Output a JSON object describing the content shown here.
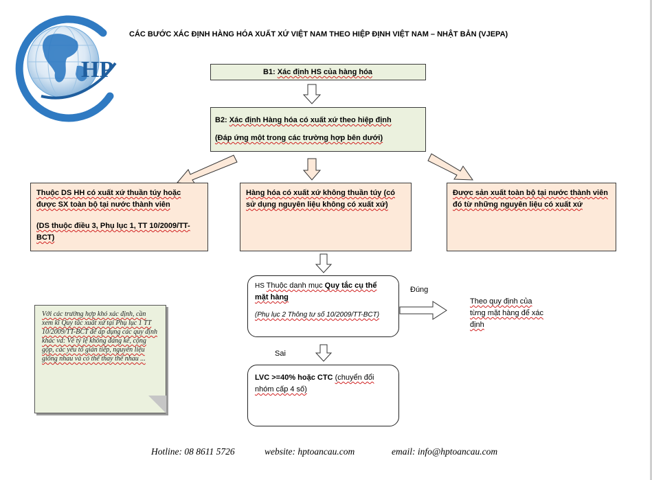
{
  "title": "CÁC BƯỚC XÁC ĐỊNH HÀNG HÓA XUẤT XỨ VIỆT NAM THEO  HIỆP ĐỊNH VIỆT NAM – NHẬT BẢN (VJEPA)",
  "logo": {
    "text": "HP",
    "icon": "globe-icon"
  },
  "steps": {
    "b1": {
      "prefix": "B1: ",
      "text": "Xác định HS của hàng hóa"
    },
    "b2": {
      "prefix": "B2: ",
      "line1": "Xác định Hàng hóa có xuất xứ theo hiệp định",
      "line2": "(Đáp ứng một trong các trường hợp bên dưới)"
    }
  },
  "cases": [
    {
      "line1": "Thuộc DS HH có xuất xứ thuần túy hoặc được SX toàn bộ tại nước thành viên",
      "line2": "(DS thuộc điều 3, Phụ lục 1, TT 10/2009/TT-BCT)"
    },
    {
      "line1": "Hàng hóa có xuất xứ không thuần túy (có sử dụng nguyên liệu không có xuất xứ)"
    },
    {
      "line1": "Được sản xuất toàn bộ tại nước thành viên đó từ những nguyên liệu có xuất xứ"
    }
  ],
  "hs_box": {
    "prefix": "HS ",
    "text_a": "Thuộc danh mục ",
    "text_b": "Quy tắc cụ thể mặt hàng",
    "ref": "(Phụ lục 2 Thông tư số 10/2009/TT-BCT)"
  },
  "labels": {
    "yes": "Đúng",
    "no": "Sai"
  },
  "result_yes": "Theo quy định của từng mặt  hàng để xác định",
  "lvc_box": {
    "bold": "LVC >=40% hoặc CTC ",
    "rest": "(chuyển đổi nhóm cấp 4 số)"
  },
  "note": "Với các trường hợp khó xác định, cần xem kĩ Quy tắc xuất xứ  tại Phụ lục 1 TT 10/2009/TT-BCT để áp dụng các quy định khác vd: Về tỷ lệ không đáng kể, cộng gộp, các yếu tố gián tiếp, nguyên liệu giống nhau và có thể thay thế nhau ...",
  "footer": {
    "hotline": "Hotline: 08 8611 5726",
    "website": "website: hptoancau.com",
    "email": "email: info@hptoancau.com"
  },
  "colors": {
    "green_fill": "#ebf1de",
    "peach_fill": "#fde9d9",
    "logo_blue": "#1f6fb5",
    "arrow_fill": "#fde9d9"
  }
}
